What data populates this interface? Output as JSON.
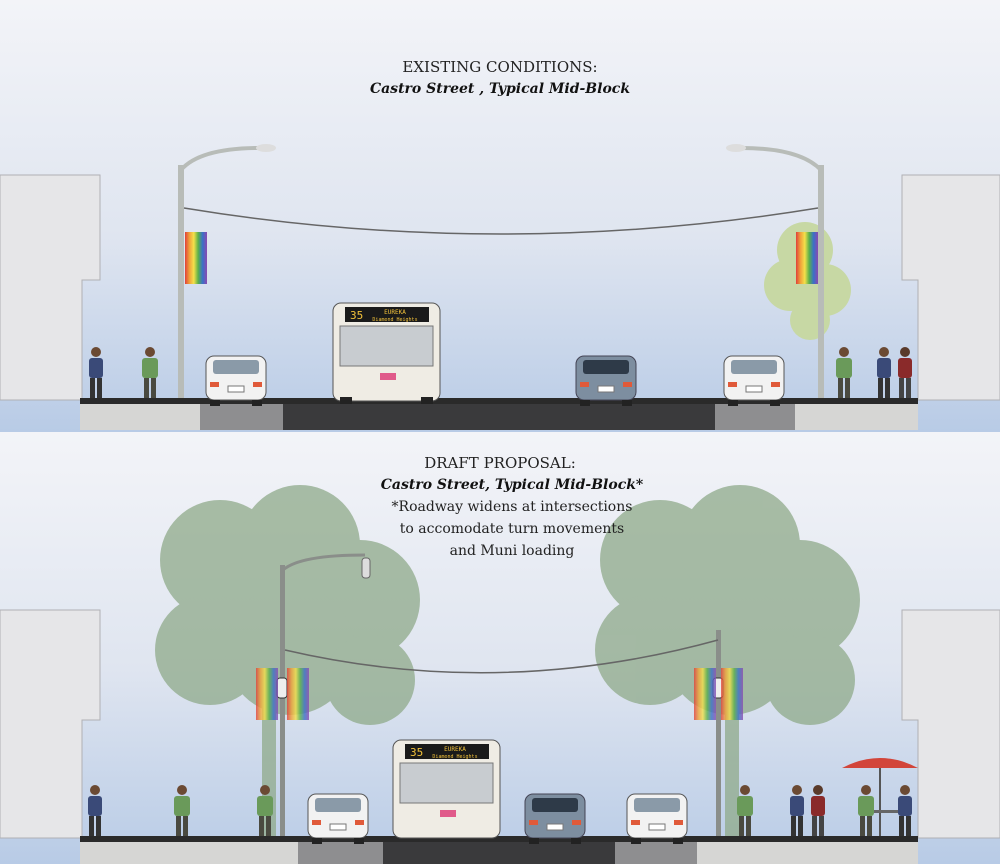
{
  "existing": {
    "title": "EXISTING CONDITIONS:",
    "subtitle": "Castro Street , Typical Mid-Block",
    "bus": {
      "route": "35",
      "destination": "EUREKA",
      "via": "Diamond Heights"
    }
  },
  "proposal": {
    "title": "DRAFT PROPOSAL:",
    "subtitle": "Castro Street, Typical Mid-Block*",
    "note_lines": [
      "*Roadway widens at intersections",
      "to accomodate turn movements",
      "and Muni loading"
    ],
    "bus": {
      "route": "35",
      "destination": "EUREKA",
      "via": "Diamond Heights"
    }
  },
  "colors": {
    "sky_top": "#eef1f7",
    "sky_bottom": "#b9cbe6",
    "road": "#3a3a3c",
    "parking": "#8e8e90",
    "sidewalk": "#d6d6d4",
    "building": "#e4e4e6",
    "tree": "#8faa8a",
    "banner": [
      "#e0403a",
      "#f0a03a",
      "#f3e04a",
      "#5bb04a",
      "#3a70c8",
      "#8a4ab0"
    ]
  }
}
